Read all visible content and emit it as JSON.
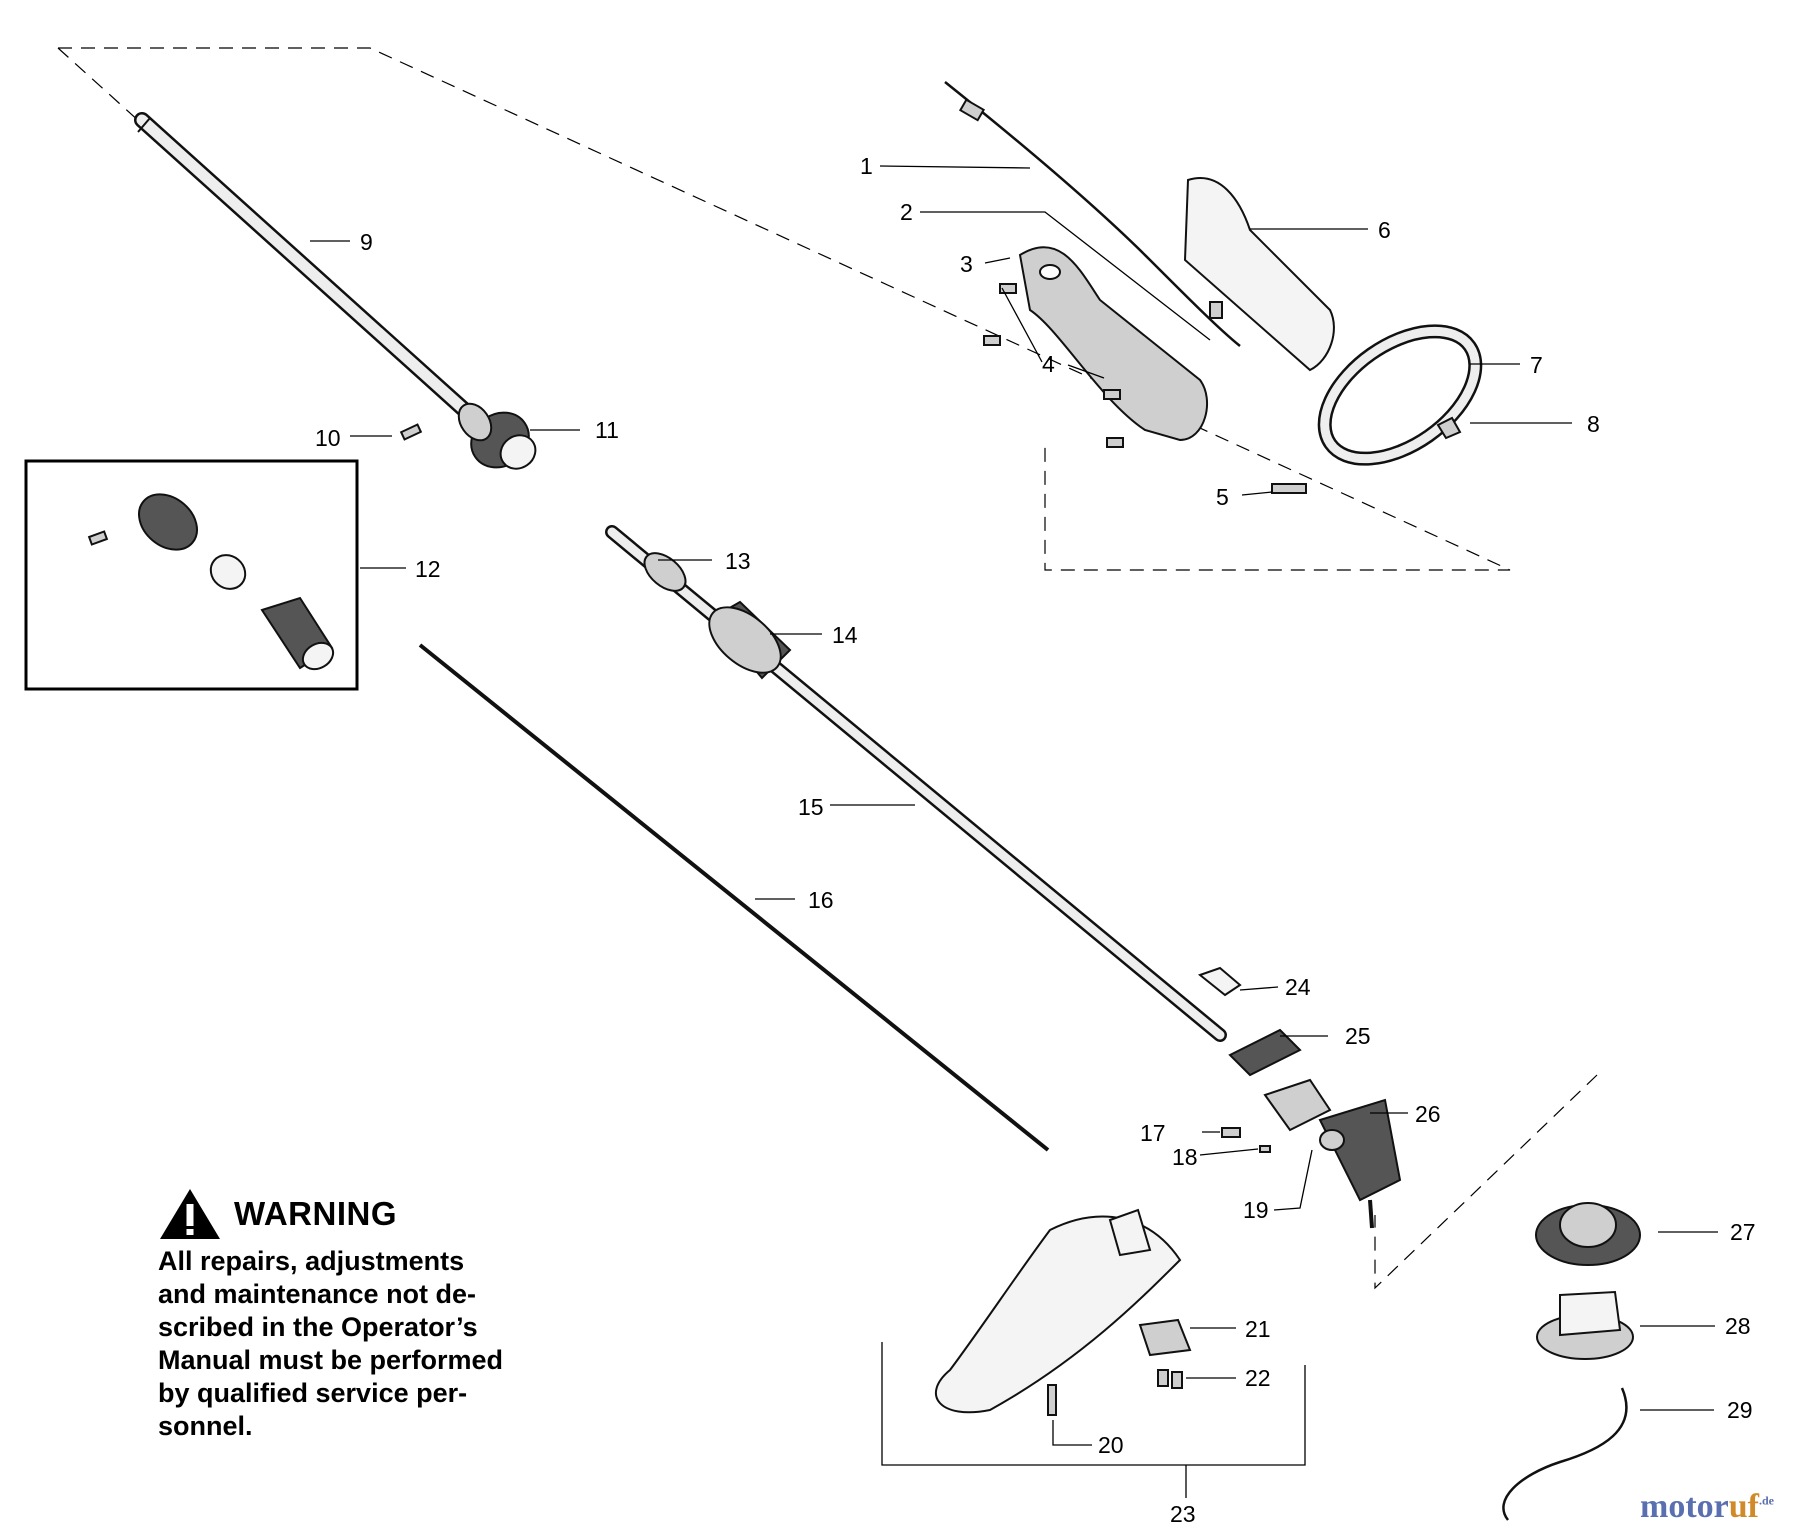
{
  "warning": {
    "title": "WARNING",
    "lines": [
      "All repairs, adjustments",
      "and maintenance not de-",
      "scribed in the Operator’s",
      "Manual must be performed",
      "by qualified service per-",
      "sonnel."
    ]
  },
  "callouts": [
    "1",
    "2",
    "3",
    "4",
    "5",
    "6",
    "7",
    "8",
    "9",
    "10",
    "11",
    "12",
    "13",
    "14",
    "15",
    "16",
    "17",
    "18",
    "19",
    "20",
    "21",
    "22",
    "23",
    "24",
    "25",
    "26",
    "27",
    "28",
    "29"
  ],
  "watermark": {
    "part1": "motor",
    "part2": "uf",
    "suffix": ".de"
  }
}
